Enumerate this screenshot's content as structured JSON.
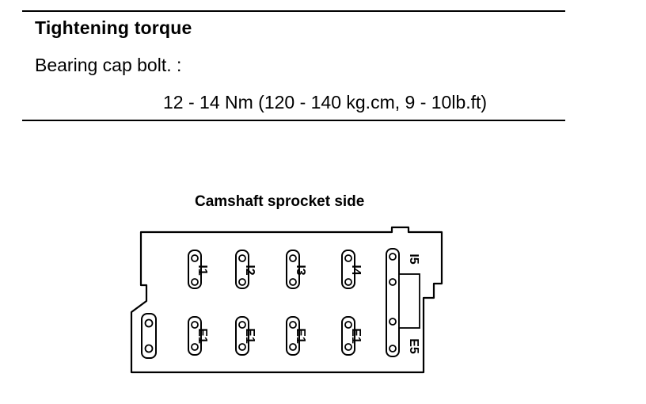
{
  "spec": {
    "heading": "Tightening torque",
    "item_label": "Bearing cap bolt.  :",
    "value": "12 - 14 Nm (120 - 140 kg.cm, 9 - 10lb.ft)"
  },
  "figure": {
    "caption": "Camshaft sprocket side",
    "intake_caps": [
      "I1",
      "I2",
      "I3",
      "I4"
    ],
    "exhaust_caps": [
      "E1",
      "E1",
      "E1",
      "E1"
    ],
    "end_cap_top": "I5",
    "end_cap_bottom": "E5"
  }
}
